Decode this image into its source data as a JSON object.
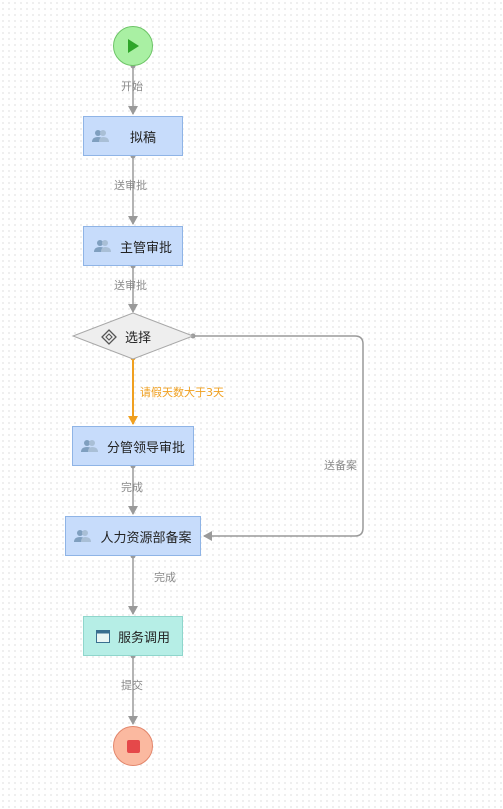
{
  "nodes": {
    "draft": "拟稿",
    "manager_approval": "主管审批",
    "gateway": "选择",
    "division_leader_approval": "分管领导审批",
    "hr_filing": "人力资源部备案",
    "service_call": "服务调用"
  },
  "edges": {
    "start": "开始",
    "to_review_1": "送审批",
    "to_review_2": "送审批",
    "leave_over_3": "请假天数大于3天",
    "to_filing": "送备案",
    "complete_1": "完成",
    "complete_2": "完成",
    "submit": "提交"
  },
  "colors": {
    "task_fill": "#c7dcfb",
    "service_fill": "#b6eee6",
    "edge": "#9a9a9a",
    "highlight_edge": "#f0a020",
    "start_fill": "#a9f0a3",
    "end_fill": "#fbb9a0"
  }
}
